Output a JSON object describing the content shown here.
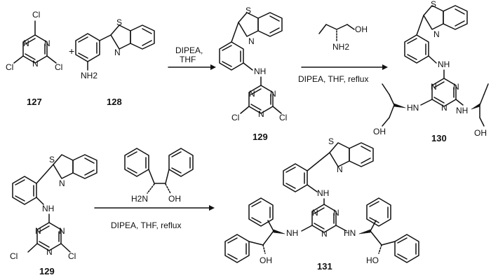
{
  "compounds": {
    "c127": "127",
    "c128": "128",
    "c129_top": "129",
    "c130": "130",
    "c129_bottom": "129",
    "c131": "131"
  },
  "atoms": {
    "cl": "Cl",
    "n": "N",
    "s": "S",
    "nh": "NH",
    "hn": "HN",
    "nh2": "NH2",
    "oh": "OH",
    "ho": "HO",
    "h2n": "H2N"
  },
  "plus_sign": "+",
  "arrows": {
    "step1": {
      "line1": "DIPEA,",
      "line2": "THF"
    },
    "step2": {
      "below": "DIPEA, THF, reflux"
    },
    "step3": {
      "below": "DIPEA, THF, reflux"
    }
  },
  "colors": {
    "ink": "#111111",
    "background": "#ffffff"
  }
}
